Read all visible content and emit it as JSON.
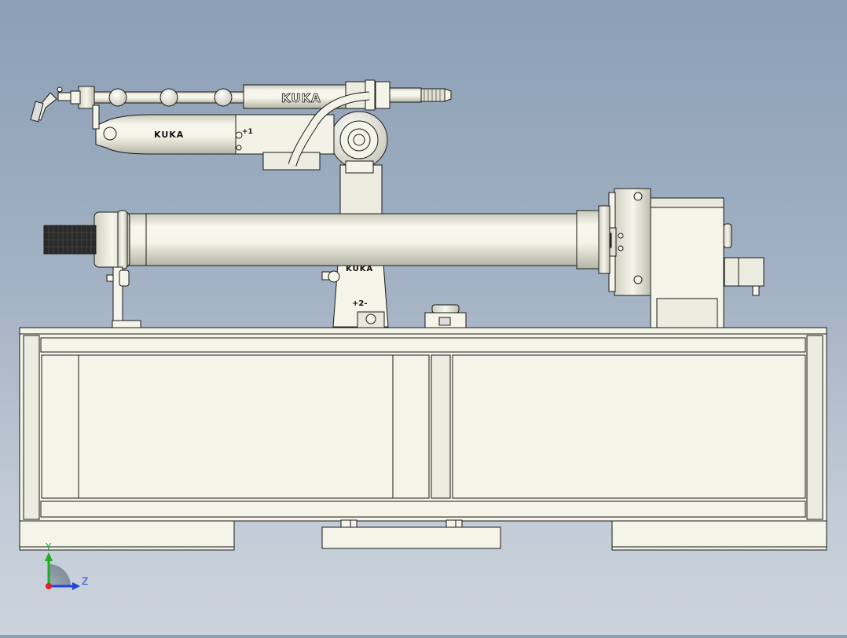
{
  "viewport": {
    "background_top": "#8c9fb5",
    "background_bottom": "#ccd3dc",
    "part_fill": "#f4f4e8",
    "part_shade": "#deded0",
    "edge_color": "#1a1a1a"
  },
  "robot": {
    "brand_upper_arm": "KUKA",
    "brand_forearm": "KUKA",
    "brand_base": "KUKA",
    "axis_mark_1": "+1",
    "axis_mark_2": "+2-"
  },
  "triad": {
    "y_label": "Y",
    "z_label": "Z",
    "y_color": "#22aa22",
    "z_color": "#2244dd",
    "origin_color": "#dd2222"
  }
}
